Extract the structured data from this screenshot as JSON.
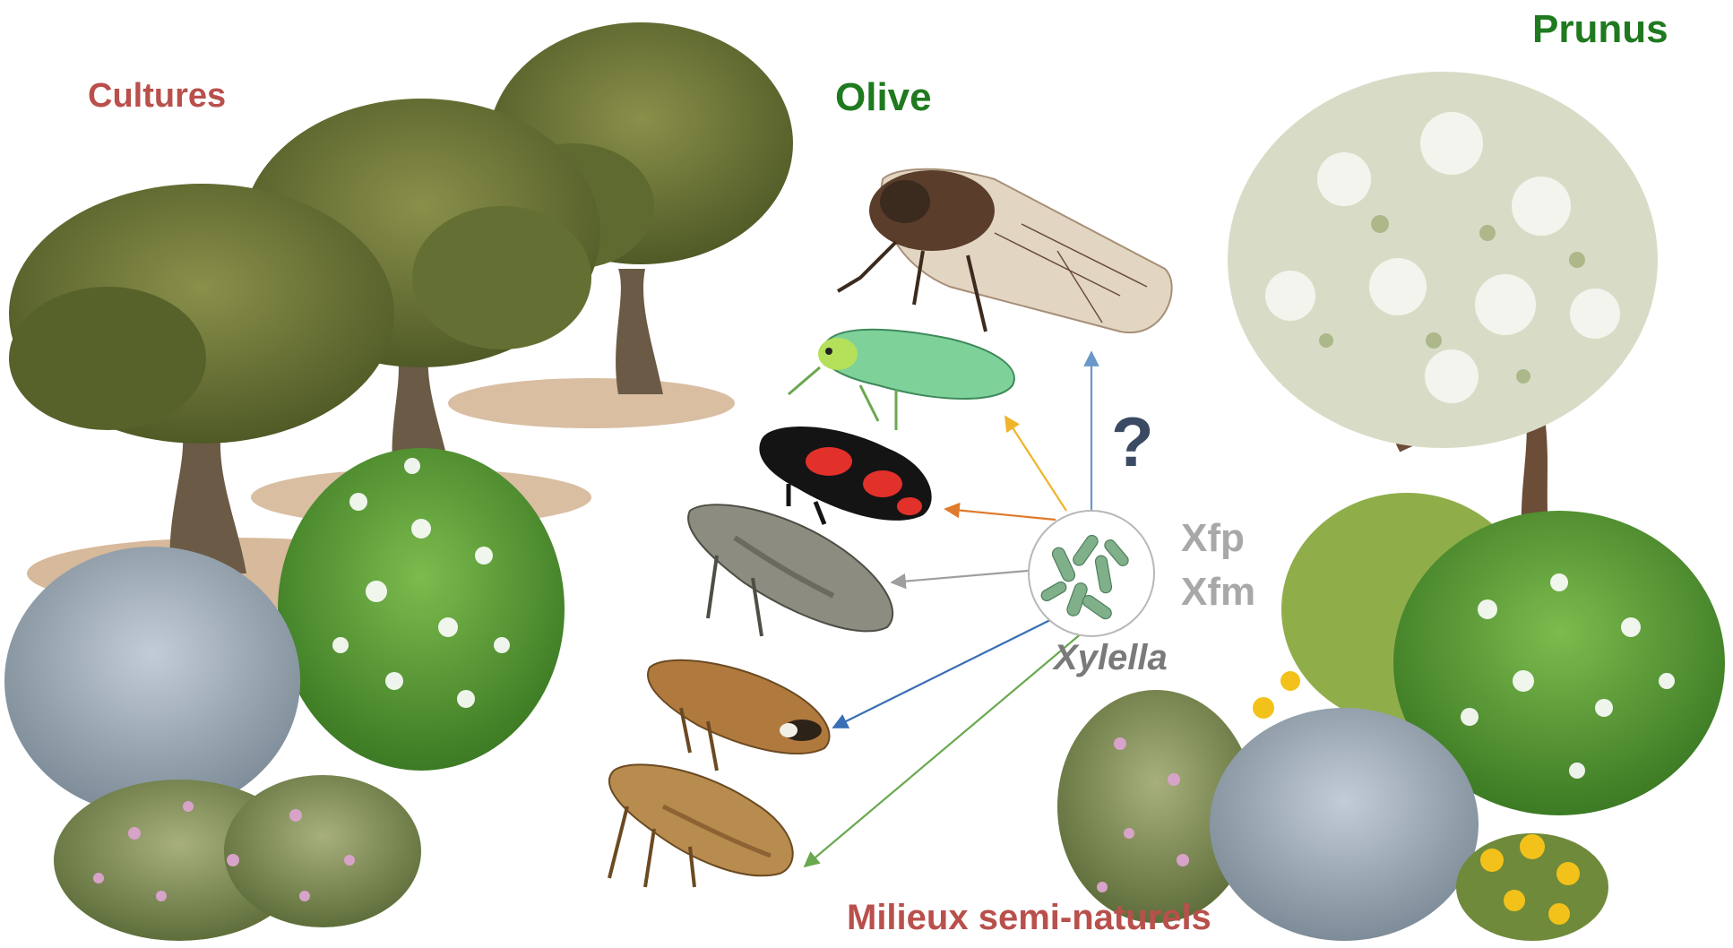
{
  "labels": {
    "cultures": "Cultures",
    "olive": "Olive",
    "prunus": "Prunus",
    "question": "?",
    "xfp": "Xfp",
    "xfm": "Xfm",
    "xylella": "Xylella",
    "milieux": "Milieux semi-naturels"
  },
  "colors": {
    "label_red": "#b9504c",
    "label_green": "#1f7a1f",
    "label_grey": "#a8a8a8",
    "label_dark": "#3b4a63",
    "arrow_blue_light": "#6a98c8",
    "arrow_yellow": "#f0b429",
    "arrow_orange": "#e07a2c",
    "arrow_grey": "#9e9e9e",
    "arrow_blue": "#3a6fb5",
    "arrow_green": "#6aa84f"
  },
  "icons": {
    "bacteria": "bacteria-icon",
    "cicada": "cicada-icon",
    "green_leafhopper": "green-leafhopper-icon",
    "red_spittlebug": "red-spittlebug-icon",
    "grey_spittlebug": "grey-spittlebug-icon",
    "brown_spittlebug": "brown-spittlebug-icon",
    "tan_spittlebug": "tan-spittlebug-icon"
  }
}
